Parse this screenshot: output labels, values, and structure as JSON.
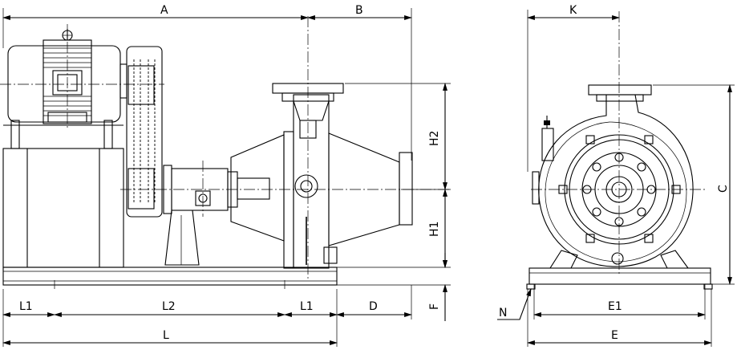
{
  "dimension_labels": {
    "A": "A",
    "B": "B",
    "K": "K",
    "H2": "H2",
    "H1": "H1",
    "C": "C",
    "L1_left": "L1",
    "L2": "L2",
    "L1_right": "L1",
    "D": "D",
    "F": "F",
    "L": "L",
    "E1": "E1",
    "E": "E",
    "N": "N"
  }
}
